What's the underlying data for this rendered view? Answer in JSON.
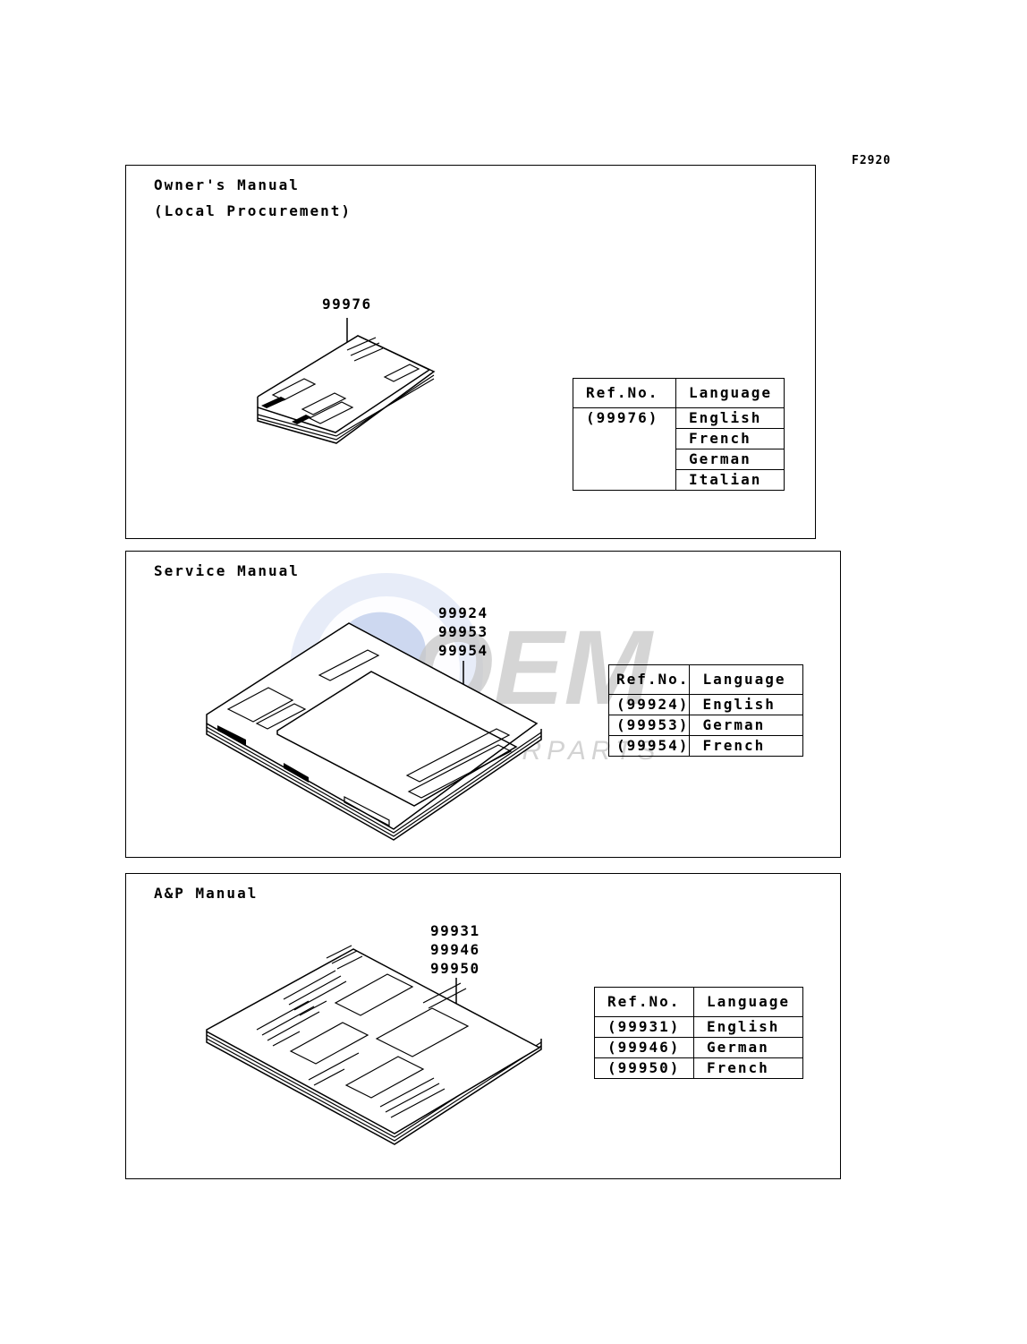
{
  "figure_code": "F2920",
  "watermark": {
    "main": "OEM",
    "sub": "MOTORPARTS"
  },
  "owners_manual": {
    "title_line1": "Owner's Manual",
    "title_line2": "(Local Procurement)",
    "callouts": [
      "99976"
    ],
    "table": {
      "header_ref": "Ref.No.",
      "header_lang": "Language",
      "ref": "(99976)",
      "languages": [
        "English",
        "French",
        "German",
        "Italian"
      ]
    }
  },
  "service_manual": {
    "title": "Service Manual",
    "callouts": [
      "99924",
      "99953",
      "99954"
    ],
    "table": {
      "header_ref": "Ref.No.",
      "header_lang": "Language",
      "rows": [
        {
          "ref": "(99924)",
          "lang": "English"
        },
        {
          "ref": "(99953)",
          "lang": "German"
        },
        {
          "ref": "(99954)",
          "lang": "French"
        }
      ]
    }
  },
  "ap_manual": {
    "title": "A&P Manual",
    "callouts": [
      "99931",
      "99946",
      "99950"
    ],
    "table": {
      "header_ref": "Ref.No.",
      "header_lang": "Language",
      "rows": [
        {
          "ref": "(99931)",
          "lang": "English"
        },
        {
          "ref": "(99946)",
          "lang": "German"
        },
        {
          "ref": "(99950)",
          "lang": "French"
        }
      ]
    }
  }
}
